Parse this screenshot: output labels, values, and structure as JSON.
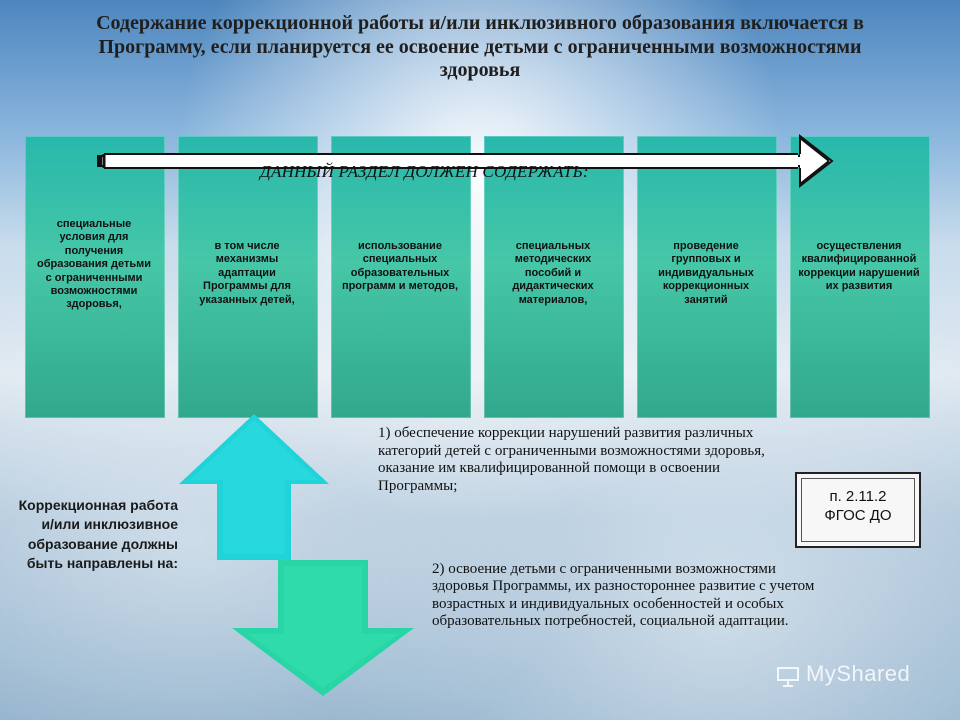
{
  "title": "Содержание коррекционной работы и/или инклюзивного образования включается в Программу, если планируется ее освоение детьми с ограниченными возможностями здоровья",
  "banner": {
    "label": "ДАННЫЙ РАЗДЕЛ ДОЛЖЕН СОДЕРЖАТЬ:"
  },
  "stages": [
    {
      "text": "специальные условия для получения образования детьми с ограниченными возможностями здоровья,"
    },
    {
      "text": "в том числе механизмы адаптации Программы для указанных детей,"
    },
    {
      "text": "использование специальных образовательных программ и методов,"
    },
    {
      "text": "специальных методических пособий и дидактических материалов,"
    },
    {
      "text": "проведение групповых и индивидуальных коррекционных занятий"
    },
    {
      "text": "осуществления квалифицированной коррекции нарушений их развития"
    }
  ],
  "left_note": "Коррекционная работа и/или инклюзивное образование должны быть направлены на:",
  "direction_one": "1) обеспечение коррекции нарушений развития различных категорий детей с ограниченными возможностями здоровья, оказание им квалифицированной помощи в освоении Программы;",
  "direction_two": "2) освоение детьми с ограниченными возможностями здоровья Программы, их разностороннее развитие с учетом возрастных и индивидуальных особенностей и особых образовательных потребностей, социальной адаптации.",
  "reference": {
    "line1": "п. 2.11.2",
    "line2": "ФГОС ДО"
  },
  "watermark": {
    "text": "MyShared",
    "icon": "presentation-screen-icon"
  },
  "colors": {
    "stage_top": "#28b8ac",
    "stage_mid": "#46c7a7",
    "stage_bottom": "#31a88d",
    "arrow_fill": "#ffffff",
    "arrow_border": "#111111",
    "up_arrow": "#1fd3d8",
    "down_arrow": "#28d6a5"
  }
}
